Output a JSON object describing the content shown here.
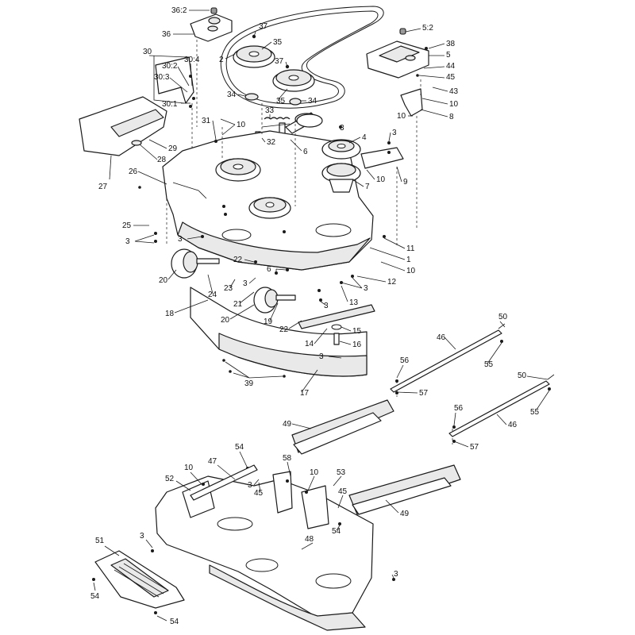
{
  "diagram": {
    "callouts": [
      {
        "id": "c-36-2",
        "text": "36:2"
      },
      {
        "id": "c-36",
        "text": "36"
      },
      {
        "id": "c-37a",
        "text": "37"
      },
      {
        "id": "c-35a",
        "text": "35"
      },
      {
        "id": "c-2",
        "text": "2"
      },
      {
        "id": "c-37b",
        "text": "37"
      },
      {
        "id": "c-35b",
        "text": "35"
      },
      {
        "id": "c-34a",
        "text": "34"
      },
      {
        "id": "c-34b",
        "text": "34"
      },
      {
        "id": "c-33",
        "text": "33"
      },
      {
        "id": "c-30",
        "text": "30"
      },
      {
        "id": "c-30-2",
        "text": "30:2"
      },
      {
        "id": "c-30-4",
        "text": "30:4"
      },
      {
        "id": "c-30-3",
        "text": "30:3"
      },
      {
        "id": "c-30-1",
        "text": "30:1"
      },
      {
        "id": "c-5-2",
        "text": "5:2"
      },
      {
        "id": "c-38",
        "text": "38"
      },
      {
        "id": "c-5",
        "text": "5"
      },
      {
        "id": "c-44",
        "text": "44"
      },
      {
        "id": "c-45a",
        "text": "45"
      },
      {
        "id": "c-43",
        "text": "43"
      },
      {
        "id": "c-10a",
        "text": "10"
      },
      {
        "id": "c-10b",
        "text": "10"
      },
      {
        "id": "c-8",
        "text": "8"
      },
      {
        "id": "c-31",
        "text": "31"
      },
      {
        "id": "c-10c",
        "text": "10"
      },
      {
        "id": "c-32",
        "text": "32"
      },
      {
        "id": "c-6a",
        "text": "6"
      },
      {
        "id": "c-3a",
        "text": "3"
      },
      {
        "id": "c-4",
        "text": "4"
      },
      {
        "id": "c-3b",
        "text": "3"
      },
      {
        "id": "c-29",
        "text": "29"
      },
      {
        "id": "c-28",
        "text": "28"
      },
      {
        "id": "c-27",
        "text": "27"
      },
      {
        "id": "c-26",
        "text": "26"
      },
      {
        "id": "c-7",
        "text": "7"
      },
      {
        "id": "c-10d",
        "text": "10"
      },
      {
        "id": "c-9",
        "text": "9"
      },
      {
        "id": "c-25",
        "text": "25"
      },
      {
        "id": "c-3c",
        "text": "3"
      },
      {
        "id": "c-3d",
        "text": "3"
      },
      {
        "id": "c-11",
        "text": "11"
      },
      {
        "id": "c-1",
        "text": "1"
      },
      {
        "id": "c-10e",
        "text": "10"
      },
      {
        "id": "c-22a",
        "text": "22"
      },
      {
        "id": "c-6b",
        "text": "6"
      },
      {
        "id": "c-12",
        "text": "12"
      },
      {
        "id": "c-3e",
        "text": "3"
      },
      {
        "id": "c-3f",
        "text": "3"
      },
      {
        "id": "c-20a",
        "text": "20"
      },
      {
        "id": "c-23",
        "text": "23"
      },
      {
        "id": "c-24",
        "text": "24"
      },
      {
        "id": "c-21",
        "text": "21"
      },
      {
        "id": "c-13",
        "text": "13"
      },
      {
        "id": "c-3g",
        "text": "3"
      },
      {
        "id": "c-18",
        "text": "18"
      },
      {
        "id": "c-20b",
        "text": "20"
      },
      {
        "id": "c-19",
        "text": "19"
      },
      {
        "id": "c-22b",
        "text": "22"
      },
      {
        "id": "c-15",
        "text": "15"
      },
      {
        "id": "c-50a",
        "text": "50"
      },
      {
        "id": "c-14",
        "text": "14"
      },
      {
        "id": "c-16",
        "text": "16"
      },
      {
        "id": "c-46a",
        "text": "46"
      },
      {
        "id": "c-3h",
        "text": "3"
      },
      {
        "id": "c-55a",
        "text": "55"
      },
      {
        "id": "c-56a",
        "text": "56"
      },
      {
        "id": "c-39",
        "text": "39"
      },
      {
        "id": "c-17",
        "text": "17"
      },
      {
        "id": "c-57a",
        "text": "57"
      },
      {
        "id": "c-50b",
        "text": "50"
      },
      {
        "id": "c-55b",
        "text": "55"
      },
      {
        "id": "c-56b",
        "text": "56"
      },
      {
        "id": "c-49a",
        "text": "49"
      },
      {
        "id": "c-46b",
        "text": "46"
      },
      {
        "id": "c-57b",
        "text": "57"
      },
      {
        "id": "c-54a",
        "text": "54"
      },
      {
        "id": "c-58",
        "text": "58"
      },
      {
        "id": "c-47",
        "text": "47"
      },
      {
        "id": "c-10f",
        "text": "10"
      },
      {
        "id": "c-52",
        "text": "52"
      },
      {
        "id": "c-3i",
        "text": "3"
      },
      {
        "id": "c-45b",
        "text": "45"
      },
      {
        "id": "c-10g",
        "text": "10"
      },
      {
        "id": "c-53",
        "text": "53"
      },
      {
        "id": "c-45c",
        "text": "45"
      },
      {
        "id": "c-49b",
        "text": "49"
      },
      {
        "id": "c-54b",
        "text": "54"
      },
      {
        "id": "c-3j",
        "text": "3"
      },
      {
        "id": "c-48",
        "text": "48"
      },
      {
        "id": "c-51",
        "text": "51"
      },
      {
        "id": "c-54c",
        "text": "54"
      },
      {
        "id": "c-3k",
        "text": "3"
      },
      {
        "id": "c-54d",
        "text": "54"
      }
    ]
  }
}
